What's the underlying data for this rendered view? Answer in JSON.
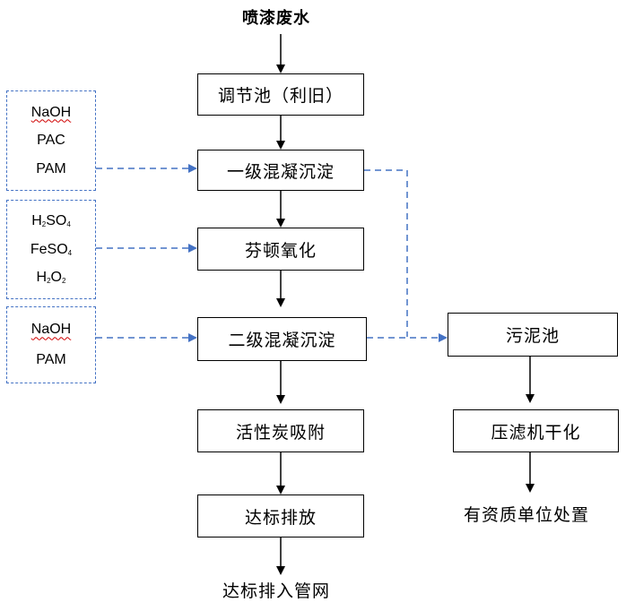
{
  "title": "喷漆废水",
  "process_steps": [
    "调节池（利旧）",
    "一级混凝沉淀",
    "芬顿氧化",
    "二级混凝沉淀",
    "活性炭吸附",
    "达标排放"
  ],
  "output_main": "达标排入管网",
  "sludge_steps": [
    "污泥池",
    "压滤机干化"
  ],
  "output_sludge": "有资质单位处置",
  "reagents": {
    "group1": [
      "NaOH",
      "PAC",
      "PAM"
    ],
    "group2": {
      "h2so4": {
        "base": "H",
        "sub1": "2",
        "mid": "SO",
        "sub2": "4"
      },
      "feso4": {
        "base": "FeSO",
        "sub": "4"
      },
      "h2o2": {
        "base": "H",
        "sub1": "2",
        "mid": "O",
        "sub2": "2"
      }
    },
    "group3": [
      "NaOH",
      "PAM"
    ]
  },
  "colors": {
    "line": "#000000",
    "dashed": "#4472c4",
    "spellcheck": "#d00000"
  }
}
